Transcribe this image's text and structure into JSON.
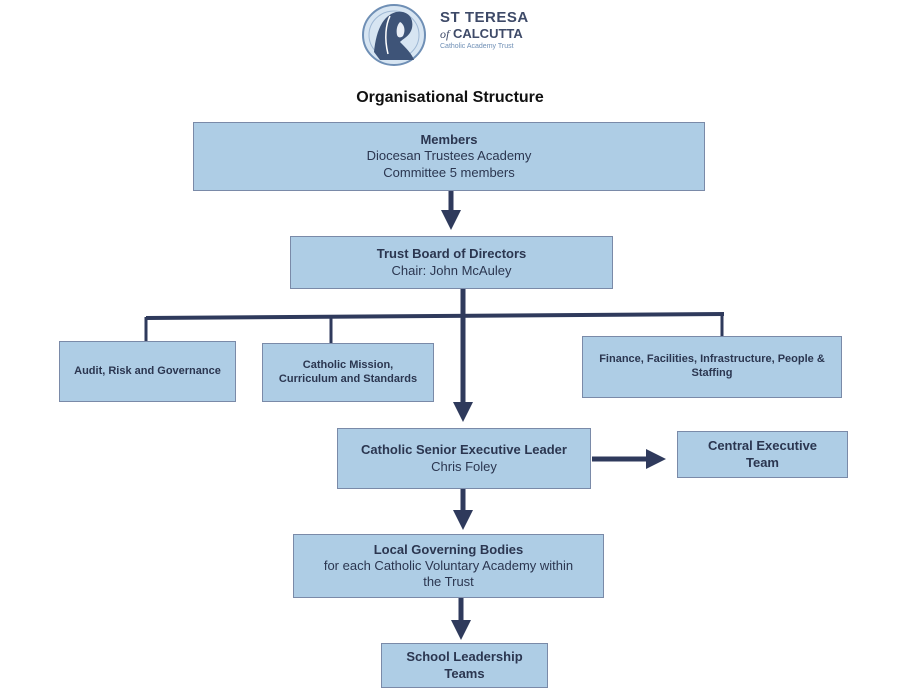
{
  "logo": {
    "line1": "ST TERESA",
    "line2_of": "of",
    "line2_name": "CALCUTTA",
    "line3": "Catholic Academy Trust"
  },
  "title": "Organisational Structure",
  "nodes": {
    "members": {
      "heading": "Members",
      "line1": "Diocesan Trustees Academy",
      "line2": "Committee 5 members"
    },
    "board": {
      "heading": "Trust Board of Directors",
      "line1": "Chair: John McAuley"
    },
    "audit": {
      "heading": "Audit, Risk and Governance"
    },
    "mission": {
      "line1": "Catholic Mission,",
      "line2": "Curriculum and Standards"
    },
    "finance": {
      "line1": "Finance, Facilities, Infrastructure, People &",
      "line2": "Staffing"
    },
    "senior": {
      "heading": "Catholic Senior Executive Leader",
      "line1": "Chris Foley"
    },
    "central": {
      "line1": "Central Executive",
      "line2": "Team"
    },
    "local": {
      "heading": "Local Governing Bodies",
      "line1": "for each Catholic Voluntary Academy within",
      "line2": "the Trust"
    },
    "school": {
      "line1": "School Leadership",
      "line2": "Teams"
    }
  },
  "colors": {
    "box_fill": "#aecde5",
    "box_border": "#7a8aa8",
    "connector": "#2f3a5c"
  }
}
